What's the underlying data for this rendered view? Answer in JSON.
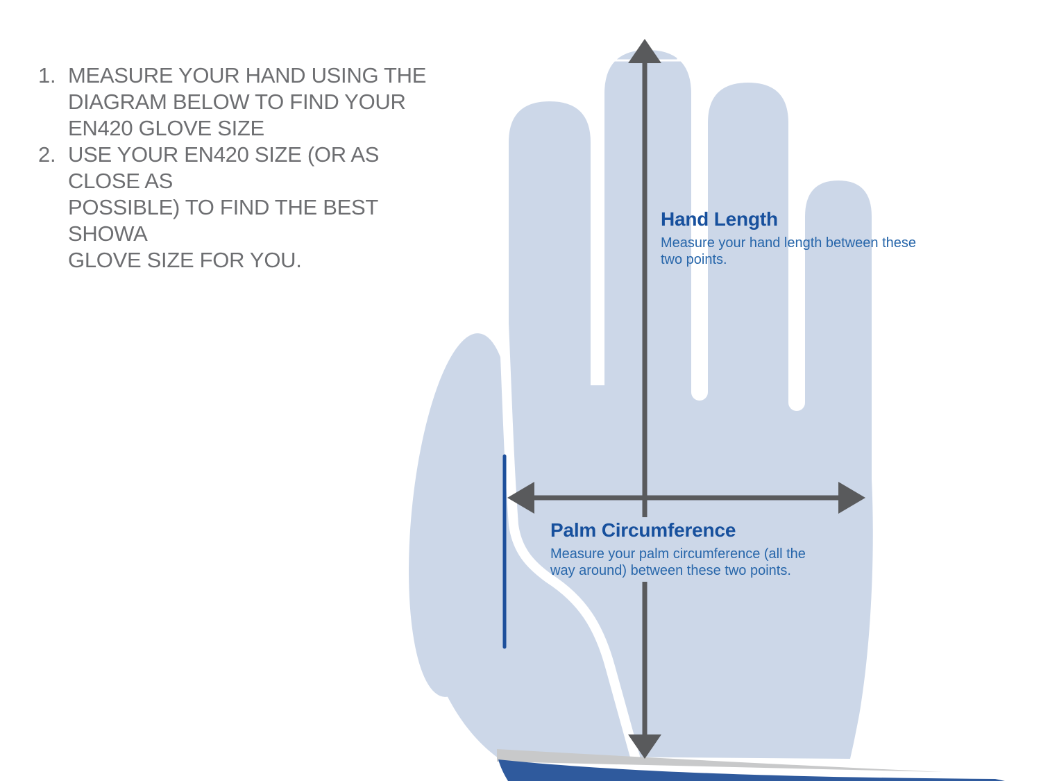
{
  "instructions": {
    "items": [
      {
        "number": "1.",
        "lines": [
          "MEASURE YOUR HAND USING THE",
          "DIAGRAM BELOW TO FIND YOUR",
          "EN420 GLOVE SIZE"
        ]
      },
      {
        "number": "2.",
        "lines": [
          "USE YOUR EN420 SIZE (OR AS CLOSE AS",
          "POSSIBLE) TO FIND THE BEST SHOWA",
          "GLOVE SIZE FOR YOU."
        ]
      }
    ]
  },
  "labels": {
    "hand_length": {
      "title": "Hand Length",
      "lines": [
        "Measure your hand length between these",
        "two points."
      ]
    },
    "palm_circumference": {
      "title": "Palm Circumference",
      "lines": [
        "Measure your palm circumference (all the",
        "way around) between these two points."
      ]
    }
  },
  "colors": {
    "hand_fill": "#ccd7e8",
    "instruction_text_gray": "#6d6e71",
    "arrow_gray": "#595a5c",
    "title_blue": "#17509d",
    "body_text_blue": "#2766aa",
    "marker_line_blue": "#1d4f9b",
    "wrist_band_gray": "#c8c9ca",
    "wave_blue": "#2f5a9d"
  }
}
